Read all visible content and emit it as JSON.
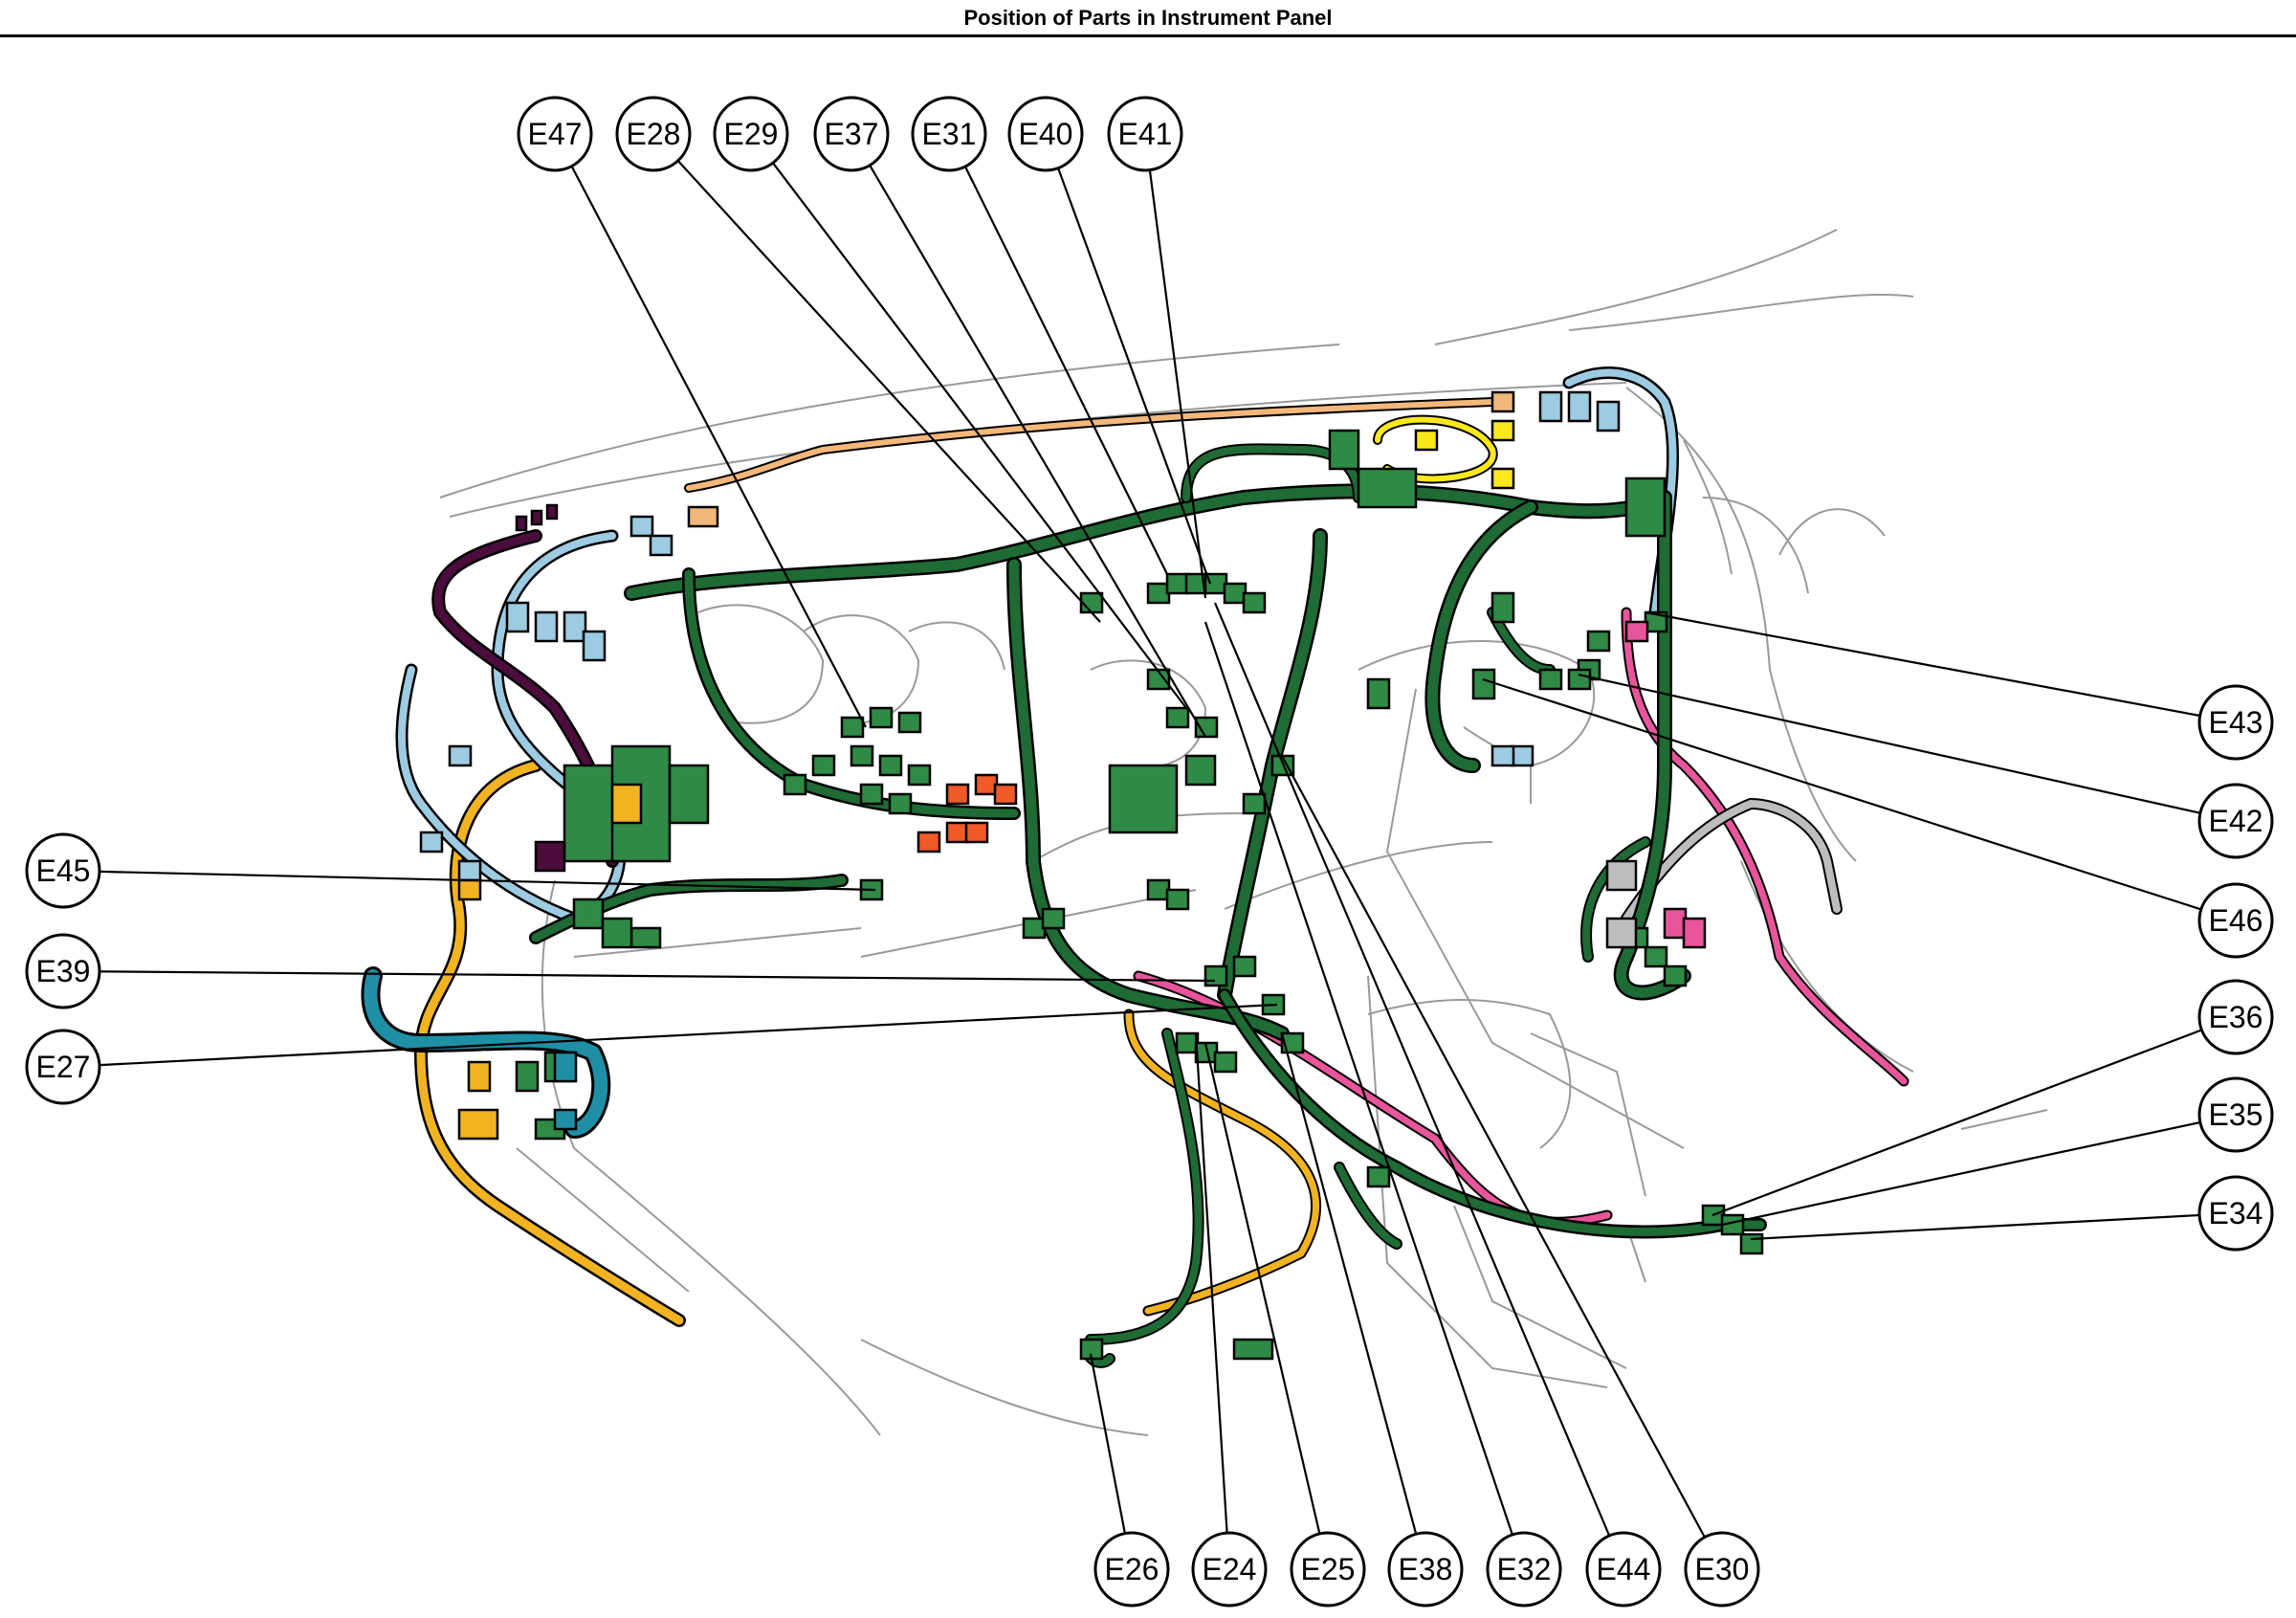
{
  "title": "Position of Parts in Instrument Panel",
  "colors": {
    "harness_green": "#1e6b35",
    "connector_green": "#2f8a46",
    "harness_blue": "#9ccbe2",
    "harness_teal": "#1f8fa6",
    "harness_orange_tan": "#f2b77a",
    "harness_yellow": "#ffe81a",
    "harness_gold": "#f2b321",
    "harness_purple": "#4a0d3c",
    "harness_pink": "#e8559a",
    "harness_gray": "#bdbdbd",
    "connector_red": "#f05a28",
    "outline": "#000000",
    "sketch": "#9a9a9a"
  },
  "connectors": {
    "E47": "E47",
    "E28": "E28",
    "E29": "E29",
    "E37": "E37",
    "E31": "E31",
    "E40": "E40",
    "E41": "E41",
    "E43": "E43",
    "E42": "E42",
    "E46": "E46",
    "E36": "E36",
    "E35": "E35",
    "E34": "E34",
    "E45": "E45",
    "E39": "E39",
    "E27": "E27",
    "E26": "E26",
    "E24": "E24",
    "E25": "E25",
    "E38": "E38",
    "E32": "E32",
    "E44": "E44",
    "E30": "E30"
  }
}
